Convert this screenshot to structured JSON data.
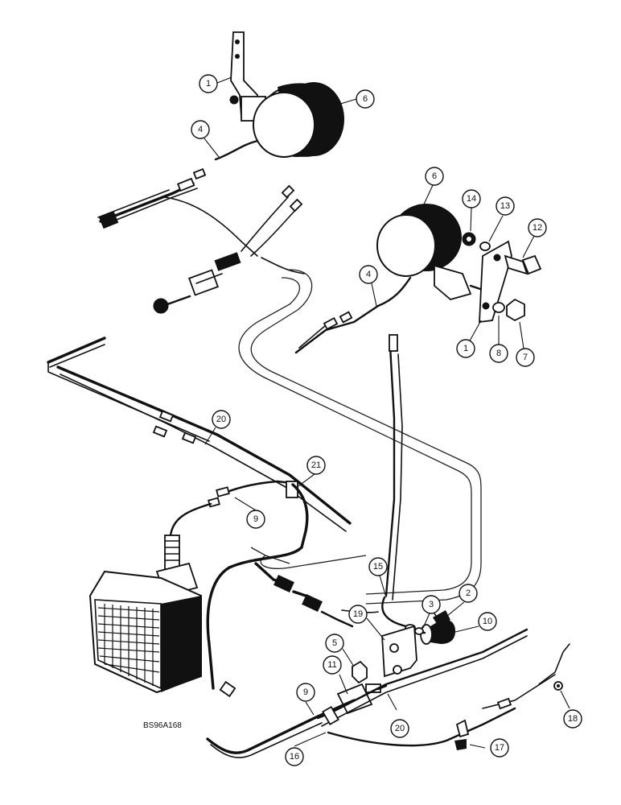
{
  "drawing_id": "BS96A168",
  "callouts": [
    {
      "id": "c1a",
      "label": "1"
    },
    {
      "id": "c6a",
      "label": "6"
    },
    {
      "id": "c4a",
      "label": "4"
    },
    {
      "id": "c6b",
      "label": "6"
    },
    {
      "id": "c14",
      "label": "14"
    },
    {
      "id": "c13",
      "label": "13"
    },
    {
      "id": "c12",
      "label": "12"
    },
    {
      "id": "c4b",
      "label": "4"
    },
    {
      "id": "c1b",
      "label": "1"
    },
    {
      "id": "c8",
      "label": "8"
    },
    {
      "id": "c7",
      "label": "7"
    },
    {
      "id": "c20a",
      "label": "20"
    },
    {
      "id": "c21",
      "label": "21"
    },
    {
      "id": "c9a",
      "label": "9"
    },
    {
      "id": "c15",
      "label": "15"
    },
    {
      "id": "c2",
      "label": "2"
    },
    {
      "id": "c3",
      "label": "3"
    },
    {
      "id": "c10",
      "label": "10"
    },
    {
      "id": "c19",
      "label": "19"
    },
    {
      "id": "c5",
      "label": "5"
    },
    {
      "id": "c11",
      "label": "11"
    },
    {
      "id": "c9b",
      "label": "9"
    },
    {
      "id": "c20b",
      "label": "20"
    },
    {
      "id": "c16",
      "label": "16"
    },
    {
      "id": "c17",
      "label": "17"
    },
    {
      "id": "c18",
      "label": "18"
    }
  ]
}
